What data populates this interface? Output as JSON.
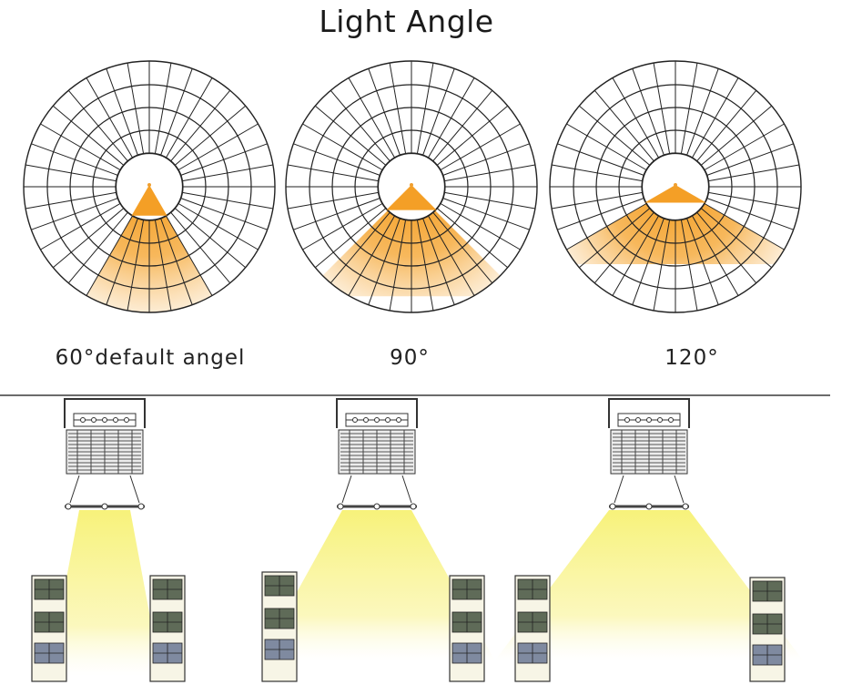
{
  "title": "Light Angle",
  "diagrams": [
    {
      "label": "60°default angel",
      "beam_angle_deg": 60
    },
    {
      "label": "90°",
      "beam_angle_deg": 90
    },
    {
      "label": "120°",
      "beam_angle_deg": 120
    }
  ],
  "colors": {
    "beam_orange": "#f39a1a",
    "beam_light": "#fde6b8",
    "grid_line": "#222222",
    "scene_beam": "#f7f27a",
    "divider": "#6b6b6b"
  }
}
